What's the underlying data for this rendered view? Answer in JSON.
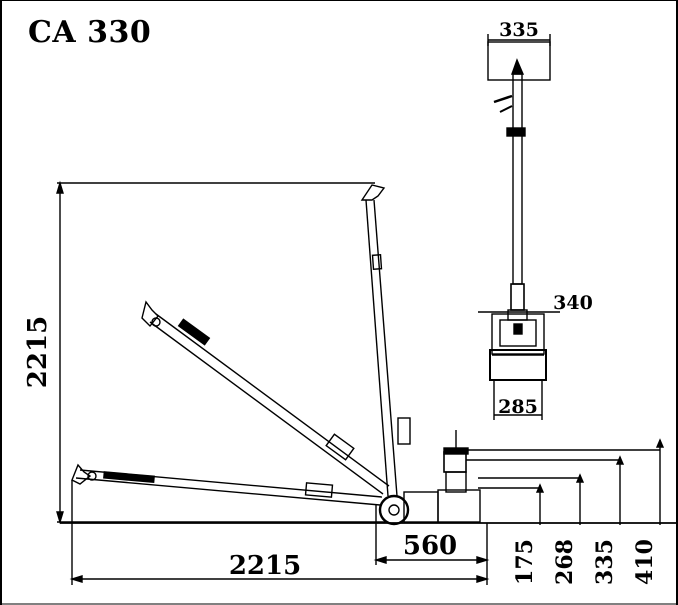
{
  "title": "CA 330",
  "dimensions": {
    "top_view_width": "335",
    "top_view_head_width": "340",
    "top_view_base_width": "285",
    "overall_height": "2215",
    "overall_length": "2215",
    "base_length": "560",
    "lift_heights": [
      "175",
      "268",
      "335",
      "410"
    ]
  }
}
